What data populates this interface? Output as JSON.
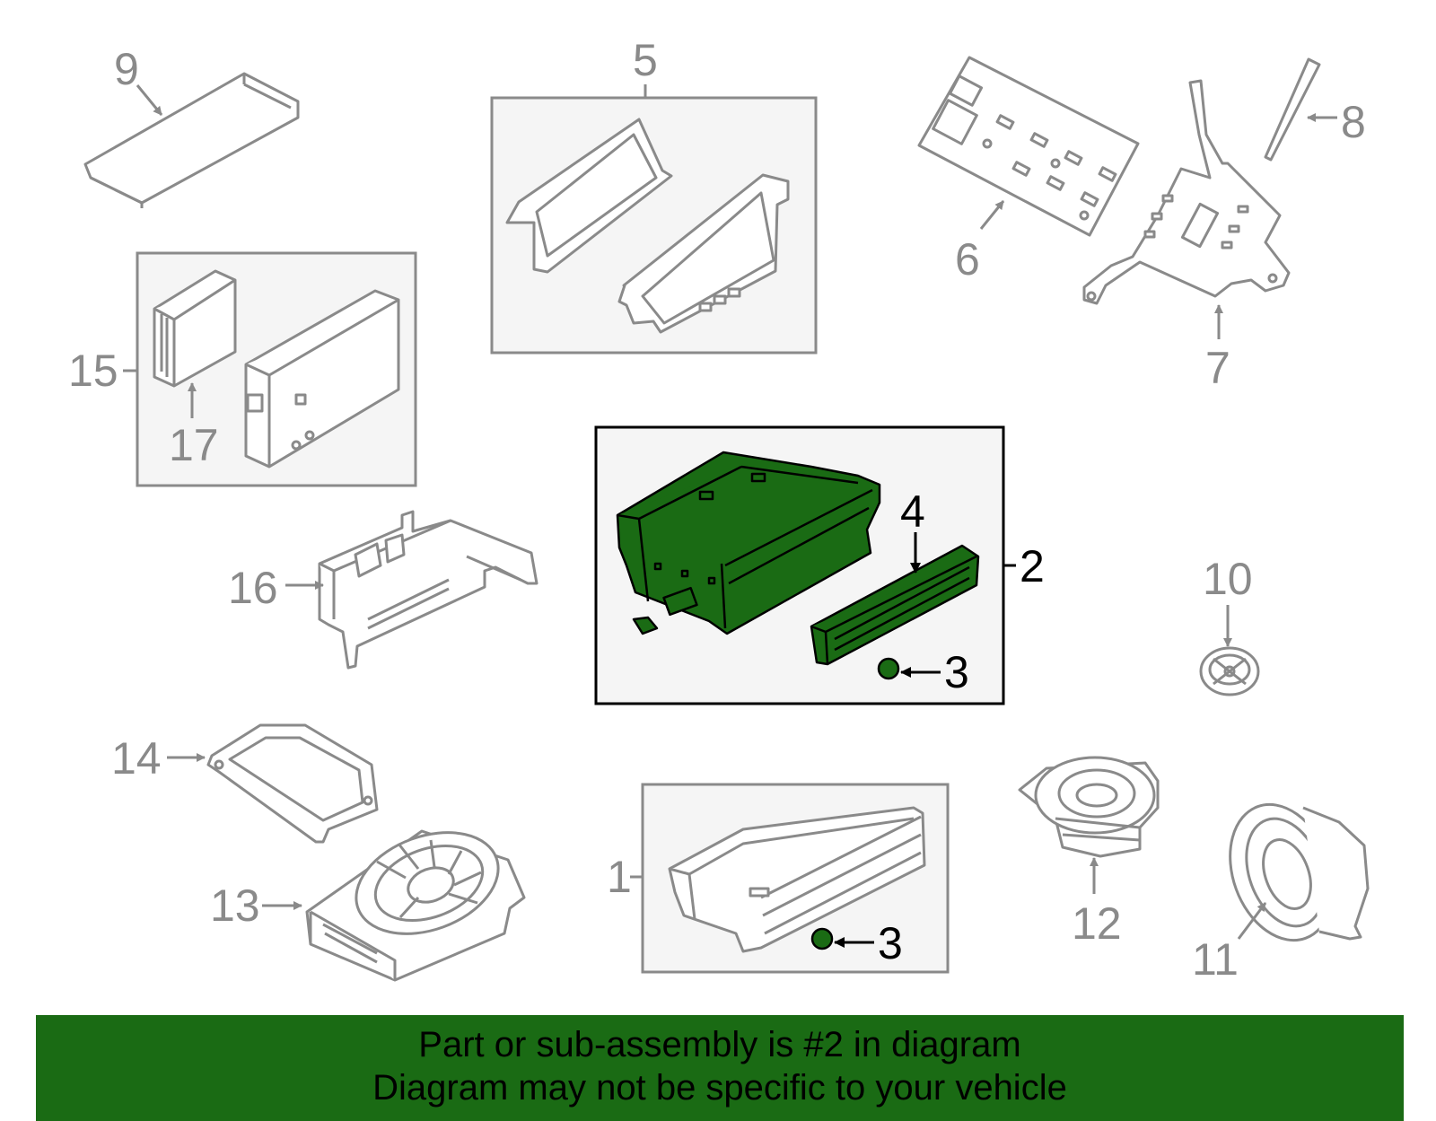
{
  "callouts": {
    "c1": "1",
    "c2": "2",
    "c3a": "3",
    "c3b": "3",
    "c4": "4",
    "c5": "5",
    "c6": "6",
    "c7": "7",
    "c8": "8",
    "c9": "9",
    "c10": "10",
    "c11": "11",
    "c12": "12",
    "c13": "13",
    "c14": "14",
    "c15": "15",
    "c16": "16",
    "c17": "17"
  },
  "banner": {
    "line1": "Part or sub-assembly is #2 in diagram",
    "line2": "Diagram may not be specific to your vehicle"
  },
  "colors": {
    "highlight": "#1a6b14",
    "line_grey": "#8a8a8a",
    "panel_fill": "#f5f5f5"
  }
}
